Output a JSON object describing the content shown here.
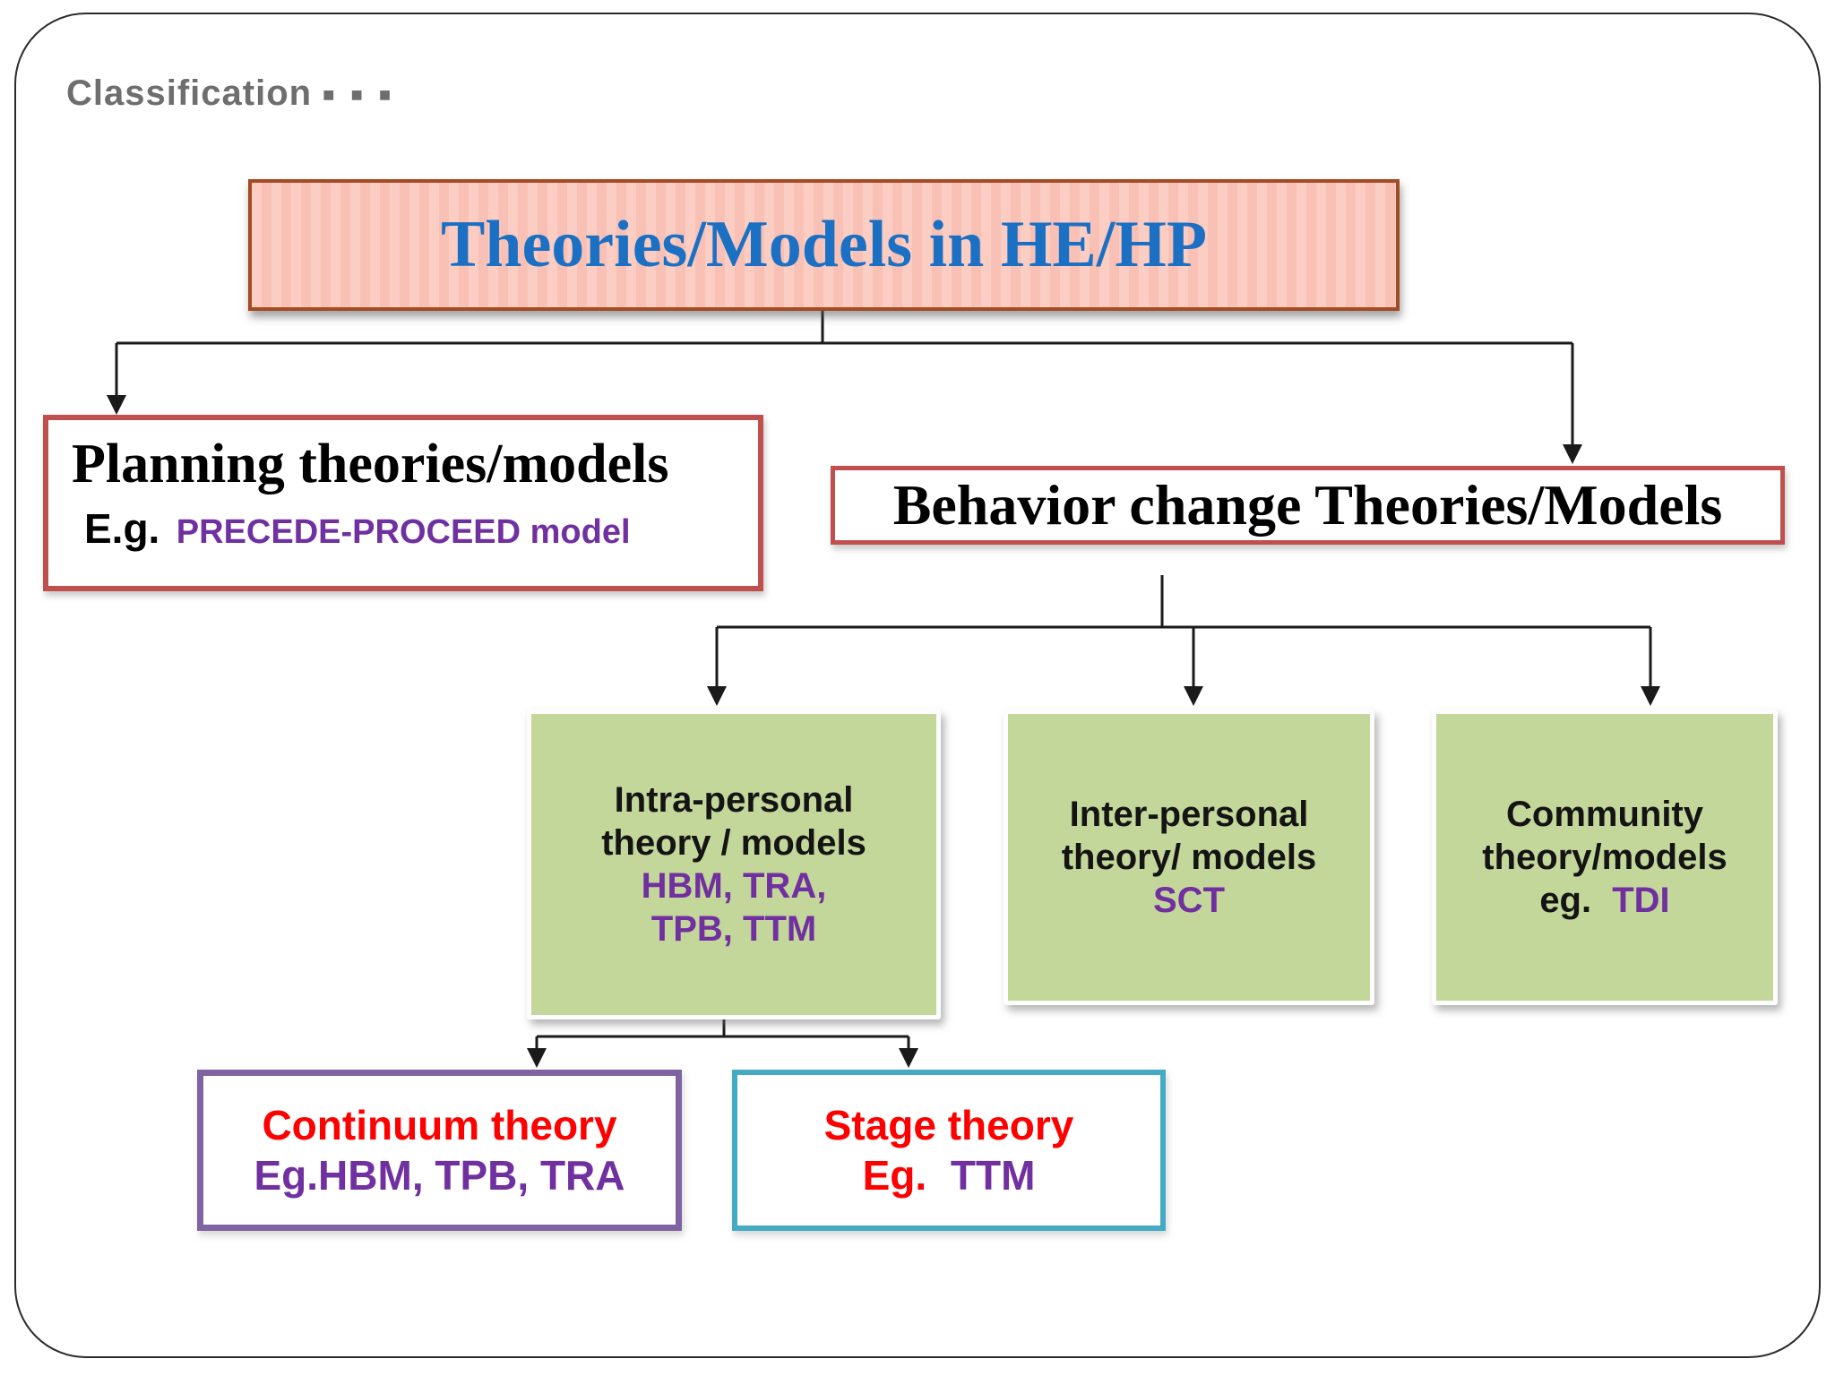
{
  "heading": {
    "label": "Classification",
    "dots": "■ ■ ■"
  },
  "root": {
    "label": "Theories/Models in HE/HP"
  },
  "planning": {
    "title": "Planning theories/models",
    "eg_prefix": "E.g.",
    "eg_value": "PRECEDE-PROCEED model"
  },
  "behavior": {
    "label": "Behavior change Theories/Models"
  },
  "intrapersonal": {
    "line1": "Intra-personal",
    "line2": "theory / models",
    "acronyms_line1": "HBM, TRA,",
    "acronyms_line2": "TPB, TTM"
  },
  "interpersonal": {
    "line1": "Inter-personal",
    "line2": "theory/ models",
    "acronym": "SCT"
  },
  "community": {
    "line1": "Community",
    "line2": "theory/models",
    "eg_prefix": "eg.",
    "acronym": "TDI"
  },
  "continuum": {
    "title": "Continuum theory",
    "examples": "Eg.HBM, TPB, TRA"
  },
  "stage": {
    "title": "Stage theory",
    "eg_prefix": "Eg.",
    "acronym": "TTM"
  },
  "colors": {
    "heading_gray": "#6e6e6e",
    "root_background": "#fbc8bd",
    "root_border": "#a24b24",
    "root_text_blue": "#1b70c4",
    "level2_border_red": "#c0504d",
    "green_background": "#c4d79b",
    "purple_text": "#7030a0",
    "red_text": "#fe0000",
    "continuum_border_purple": "#8064a2",
    "stage_border_teal": "#45aac4"
  }
}
